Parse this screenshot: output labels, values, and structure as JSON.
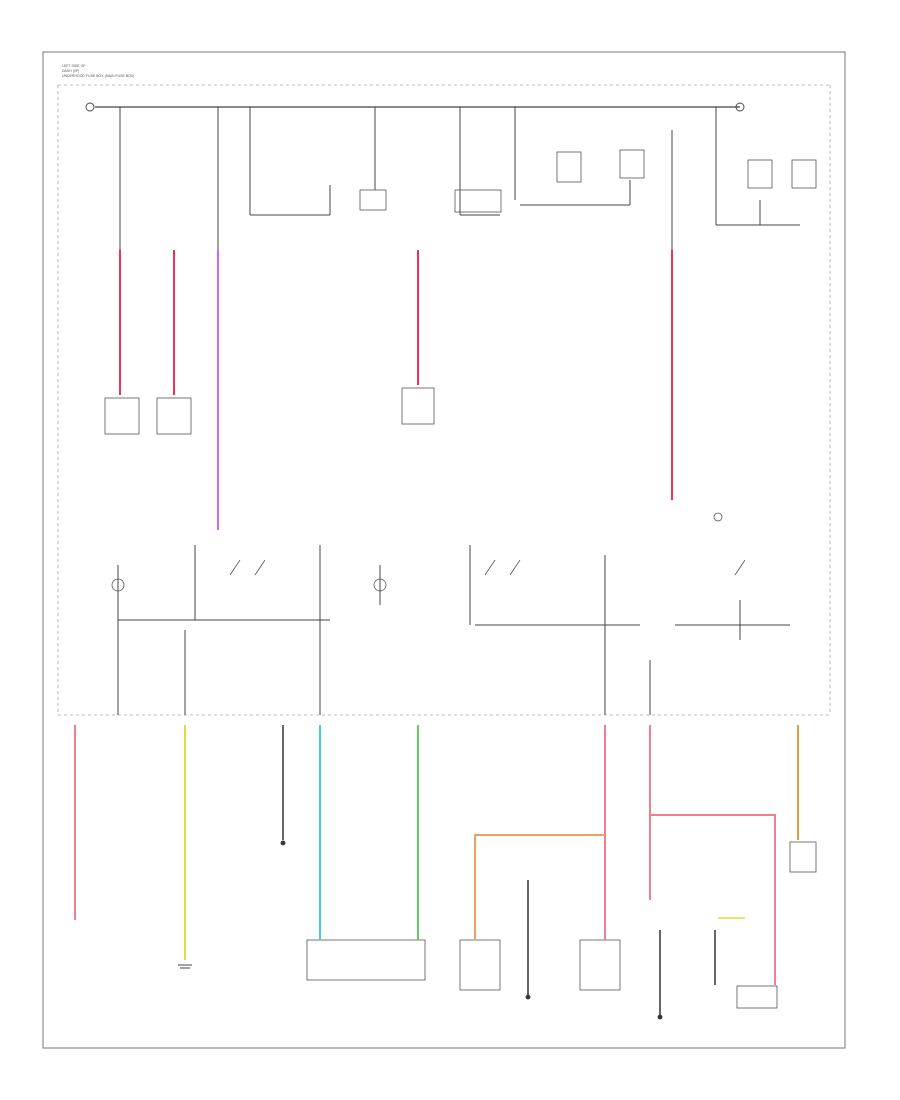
{
  "header": {
    "line1": "LEFT SIDE OF",
    "line2": "DASH (I/P)",
    "line3": "UNDERHOOD FUSE BOX (MAIN FUSE BOX)"
  },
  "colors": {
    "frame": "#777777",
    "wire_red": "#ee3355",
    "wire_pink": "#f08090",
    "wire_violet": "#cc66ee",
    "wire_yellow": "#dddd44",
    "wire_cyan": "#44ccdd",
    "wire_green": "#66cc66",
    "wire_orange": "#f0a060",
    "wire_tan": "#d8a040",
    "wire_black": "#333333"
  }
}
